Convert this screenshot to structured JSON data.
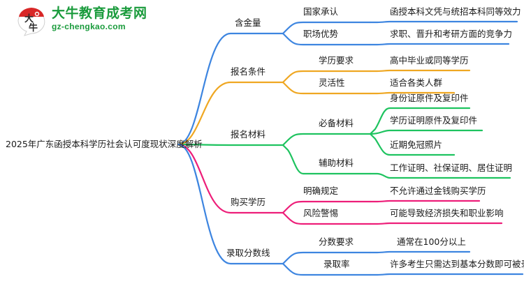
{
  "logo": {
    "mark_text": "大牛",
    "brand_cn": "大牛教育成考网",
    "brand_en": "gz-chengkao.com",
    "brand_color": "#1a9b3c",
    "mark_color": "#d82727"
  },
  "mindmap": {
    "root": {
      "label": "2025年广东函授本科学历社会认可度现状深度解析"
    },
    "branches": [
      {
        "label": "含金量",
        "color": "#3d85e0",
        "children": [
          {
            "label": "国家承认",
            "children": [
              {
                "label": "函授本科文凭与统招本科同等效力"
              }
            ]
          },
          {
            "label": "职场优势",
            "children": [
              {
                "label": "求职、晋升和考研方面的竞争力"
              }
            ]
          }
        ]
      },
      {
        "label": "报名条件",
        "color": "#efa722",
        "children": [
          {
            "label": "学历要求",
            "children": [
              {
                "label": "高中毕业或同等学历"
              }
            ]
          },
          {
            "label": "灵活性",
            "children": [
              {
                "label": "适合各类人群"
              }
            ]
          }
        ]
      },
      {
        "label": "报名材料",
        "color": "#1ec35f",
        "children": [
          {
            "label": "必备材料",
            "children": [
              {
                "label": "身份证原件及复印件"
              },
              {
                "label": "学历证明原件及复印件"
              },
              {
                "label": "近期免冠照片"
              }
            ]
          },
          {
            "label": "辅助材料",
            "children": [
              {
                "label": "工作证明、社保证明、居住证明"
              }
            ]
          }
        ]
      },
      {
        "label": "购买学历",
        "color": "#ed1e79",
        "children": [
          {
            "label": "明确规定",
            "children": [
              {
                "label": "不允许通过金钱购买学历"
              }
            ]
          },
          {
            "label": "风险警惕",
            "children": [
              {
                "label": "可能导致经济损失和职业影响"
              }
            ]
          }
        ]
      },
      {
        "label": "录取分数线",
        "color": "#3d85e0",
        "children": [
          {
            "label": "分数要求",
            "children": [
              {
                "label": "通常在100分以上"
              }
            ]
          },
          {
            "label": "录取率",
            "children": [
              {
                "label": "许多考生只需达到基本分数即可被录取"
              }
            ]
          }
        ]
      }
    ]
  }
}
